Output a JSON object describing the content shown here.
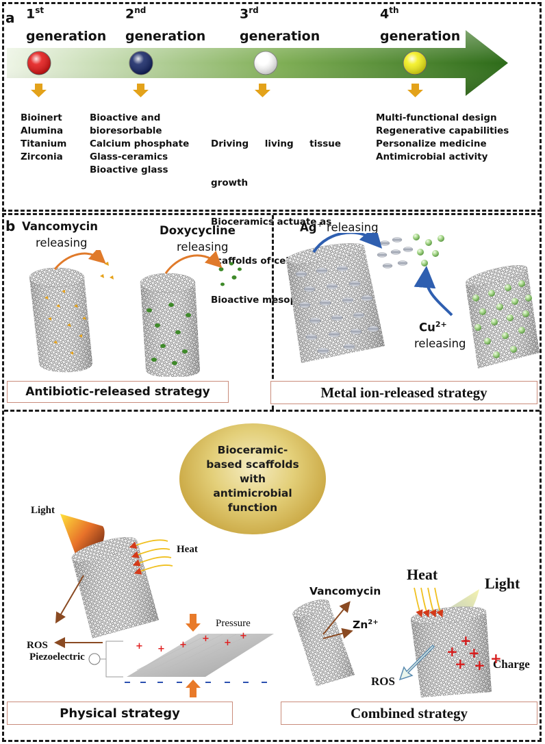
{
  "panel_a": {
    "letter": "a",
    "generations": [
      {
        "num": "1",
        "sup": "st",
        "word": "generation",
        "color": "#e21010",
        "items": [
          "Bioinert",
          "Alumina",
          "Titanium",
          "Zirconia"
        ]
      },
      {
        "num": "2",
        "sup": "nd",
        "word": "generation",
        "color": "#0e1f60",
        "items": [
          "Bioactive and",
          "bioresorbable",
          "Calcium phosphate",
          "Glass-ceramics",
          "Bioactive glass"
        ]
      },
      {
        "num": "3",
        "sup": "rd",
        "word": "generation",
        "color": "#ffffff",
        "items": [
          "Driving     living     tissue",
          "growth",
          "Bioceramics actuate as",
          "scaffolds of cells",
          "Bioactive mesoporous"
        ]
      },
      {
        "num": "4",
        "sup": "th",
        "word": "generation",
        "color": "#f2ee10",
        "items": [
          "Multi-functional design",
          "Regenerative capabilities",
          "Personalize medicine",
          "Antimicrobial activity"
        ]
      }
    ]
  },
  "panel_b": {
    "letter": "b",
    "antibiotic": {
      "vanco_title": "Vancomycin",
      "vanco_sub": "releasing",
      "doxy_title": "Doxycycline",
      "doxy_sub": "releasing",
      "strategy": "Antibiotic-released strategy"
    },
    "metal": {
      "ag": "Ag",
      "ag_sup": "+",
      "ag_rest": " releasing",
      "cu": "Cu",
      "cu_sup": "2+",
      "cu_sub": "releasing",
      "strategy": "Metal ion-released strategy"
    },
    "center": {
      "lines": [
        "Bioceramic-",
        "based scaffolds",
        "with",
        "antimicrobial",
        "function"
      ]
    },
    "physical": {
      "light": "Light",
      "heat": "Heat",
      "pressure": "Pressure",
      "ros": "ROS",
      "piezo": "Piezoelectric",
      "strategy": "Physical strategy"
    },
    "combined": {
      "vanco": "Vancomycin",
      "zn": "Zn",
      "zn_sup": "2+",
      "heat": "Heat",
      "light": "Light",
      "charge": "Charge",
      "ros": "ROS",
      "strategy": "Combined strategy"
    }
  },
  "colors": {
    "arrow_green": "#2f6e1d",
    "down_arrow": "#e3a21a",
    "orange_arrow": "#e07a2a",
    "blue_arrow": "#2f5fb0",
    "vanco_particle": "#e6a21a",
    "doxy_particle": "#3f8a2a",
    "cu_ball": "#a8d88c",
    "brown_arrow": "#8a4a22",
    "plus_red": "#e02020",
    "minus_blue": "#2a4fb0"
  }
}
